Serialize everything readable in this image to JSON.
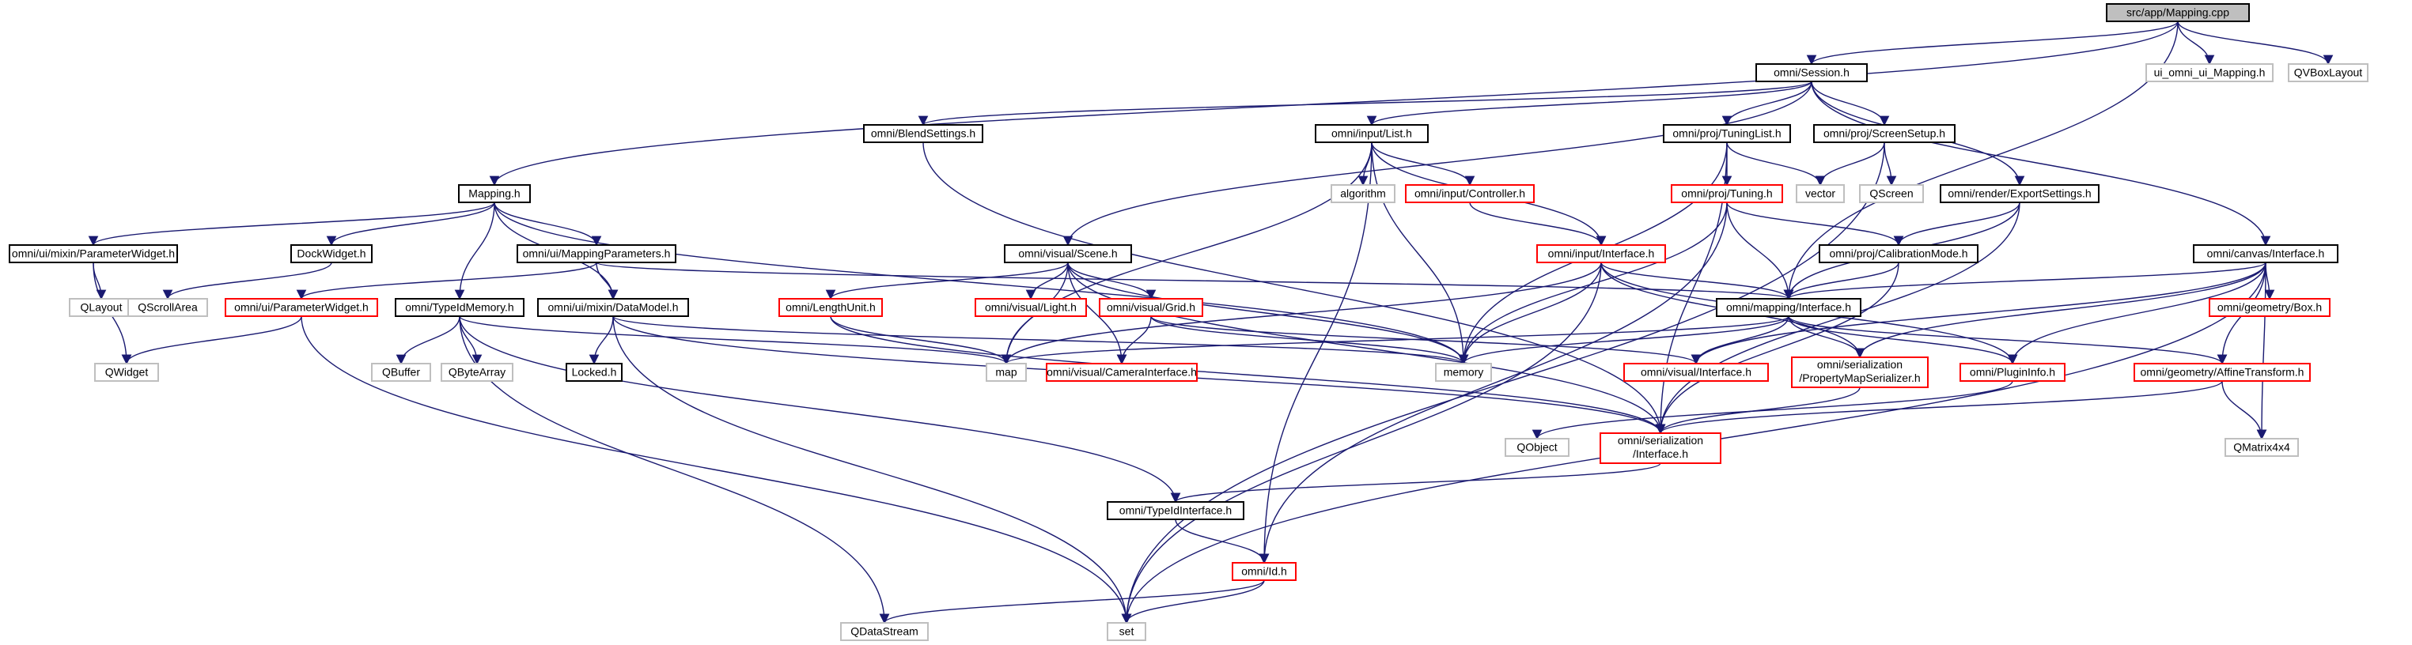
{
  "nodes": [
    {
      "id": "n_mapping_cpp",
      "label": "src/app/Mapping.cpp",
      "style": "root",
      "interactable": false
    },
    {
      "id": "n_session",
      "label": "omni/Session.h",
      "style": "black",
      "interactable": true
    },
    {
      "id": "n_ui_mapping",
      "label": "ui_omni_ui_Mapping.h",
      "style": "gray",
      "interactable": false
    },
    {
      "id": "n_qvbox",
      "label": "QVBoxLayout",
      "style": "gray",
      "interactable": false
    },
    {
      "id": "n_blend",
      "label": "omni/BlendSettings.h",
      "style": "black",
      "interactable": true
    },
    {
      "id": "n_input_list",
      "label": "omni/input/List.h",
      "style": "black",
      "interactable": true
    },
    {
      "id": "n_tuninglist",
      "label": "omni/proj/TuningList.h",
      "style": "black",
      "interactable": true
    },
    {
      "id": "n_screensetup",
      "label": "omni/proj/ScreenSetup.h",
      "style": "black",
      "interactable": true
    },
    {
      "id": "n_mapping_h",
      "label": "Mapping.h",
      "style": "black",
      "interactable": true
    },
    {
      "id": "n_algorithm",
      "label": "algorithm",
      "style": "gray",
      "interactable": false
    },
    {
      "id": "n_controller",
      "label": "omni/input/Controller.h",
      "style": "red",
      "interactable": true
    },
    {
      "id": "n_tuning",
      "label": "omni/proj/Tuning.h",
      "style": "red",
      "interactable": true
    },
    {
      "id": "n_vector",
      "label": "vector",
      "style": "gray",
      "interactable": false
    },
    {
      "id": "n_qscreen",
      "label": "QScreen",
      "style": "gray",
      "interactable": false
    },
    {
      "id": "n_export",
      "label": "omni/render/ExportSettings.h",
      "style": "black",
      "interactable": true
    },
    {
      "id": "n_paramwidget_mixin",
      "label": "omni/ui/mixin/ParameterWidget.h",
      "style": "black",
      "interactable": true
    },
    {
      "id": "n_dockwidget",
      "label": "DockWidget.h",
      "style": "black",
      "interactable": true
    },
    {
      "id": "n_mappingparams",
      "label": "omni/ui/MappingParameters.h",
      "style": "black",
      "interactable": true
    },
    {
      "id": "n_scene",
      "label": "omni/visual/Scene.h",
      "style": "black",
      "interactable": true
    },
    {
      "id": "n_input_iface",
      "label": "omni/input/Interface.h",
      "style": "red",
      "interactable": true
    },
    {
      "id": "n_calib",
      "label": "omni/proj/CalibrationMode.h",
      "style": "black",
      "interactable": true
    },
    {
      "id": "n_canvas_iface",
      "label": "omni/canvas/Interface.h",
      "style": "black",
      "interactable": true
    },
    {
      "id": "n_qlayout",
      "label": "QLayout",
      "style": "gray",
      "interactable": false
    },
    {
      "id": "n_qscrollarea",
      "label": "QScrollArea",
      "style": "gray",
      "interactable": false
    },
    {
      "id": "n_ui_paramwidget",
      "label": "omni/ui/ParameterWidget.h",
      "style": "red",
      "interactable": true
    },
    {
      "id": "n_typedmemory",
      "label": "omni/TypeIdMemory.h",
      "style": "black",
      "interactable": true
    },
    {
      "id": "n_datamodel",
      "label": "omni/ui/mixin/DataModel.h",
      "style": "black",
      "interactable": true
    },
    {
      "id": "n_lengthunit",
      "label": "omni/LengthUnit.h",
      "style": "red",
      "interactable": true
    },
    {
      "id": "n_light",
      "label": "omni/visual/Light.h",
      "style": "red",
      "interactable": true
    },
    {
      "id": "n_grid",
      "label": "omni/visual/Grid.h",
      "style": "red",
      "interactable": true
    },
    {
      "id": "n_mapping_iface",
      "label": "omni/mapping/Interface.h",
      "style": "black",
      "interactable": true
    },
    {
      "id": "n_box",
      "label": "omni/geometry/Box.h",
      "style": "red",
      "interactable": true
    },
    {
      "id": "n_qwidget",
      "label": "QWidget",
      "style": "gray",
      "interactable": false
    },
    {
      "id": "n_qbuffer",
      "label": "QBuffer",
      "style": "gray",
      "interactable": false
    },
    {
      "id": "n_qbytearray",
      "label": "QByteArray",
      "style": "gray",
      "interactable": false
    },
    {
      "id": "n_locked",
      "label": "Locked.h",
      "style": "black",
      "interactable": true
    },
    {
      "id": "n_map",
      "label": "map",
      "style": "gray",
      "interactable": false
    },
    {
      "id": "n_camera",
      "label": "omni/visual/CameraInterface.h",
      "style": "red",
      "interactable": true
    },
    {
      "id": "n_memory",
      "label": "memory",
      "style": "gray",
      "interactable": false
    },
    {
      "id": "n_visual_iface",
      "label": "omni/visual/Interface.h",
      "style": "red",
      "interactable": true
    },
    {
      "id": "n_propmap",
      "label": "omni/serialization\n/PropertyMapSerializer.h",
      "style": "red",
      "interactable": true
    },
    {
      "id": "n_plugininfo",
      "label": "omni/PluginInfo.h",
      "style": "red",
      "interactable": true
    },
    {
      "id": "n_affine",
      "label": "omni/geometry/AffineTransform.h",
      "style": "red",
      "interactable": true
    },
    {
      "id": "n_qobject",
      "label": "QObject",
      "style": "gray",
      "interactable": false
    },
    {
      "id": "n_serial_iface",
      "label": "omni/serialization\n/Interface.h",
      "style": "red",
      "interactable": true
    },
    {
      "id": "n_qmatrix",
      "label": "QMatrix4x4",
      "style": "gray",
      "interactable": false
    },
    {
      "id": "n_typeidiface",
      "label": "omni/TypeIdInterface.h",
      "style": "black",
      "interactable": true
    },
    {
      "id": "n_id",
      "label": "omni/Id.h",
      "style": "red",
      "interactable": true
    },
    {
      "id": "n_qdatastream",
      "label": "QDataStream",
      "style": "gray",
      "interactable": false
    },
    {
      "id": "n_set",
      "label": "set",
      "style": "gray",
      "interactable": false
    }
  ],
  "edges": [
    [
      "n_mapping_cpp",
      "n_session"
    ],
    [
      "n_mapping_cpp",
      "n_ui_mapping"
    ],
    [
      "n_mapping_cpp",
      "n_qvbox"
    ],
    [
      "n_mapping_cpp",
      "n_mapping_h"
    ],
    [
      "n_mapping_cpp",
      "n_mapping_iface"
    ],
    [
      "n_session",
      "n_blend"
    ],
    [
      "n_session",
      "n_input_list"
    ],
    [
      "n_session",
      "n_tuninglist"
    ],
    [
      "n_session",
      "n_screensetup"
    ],
    [
      "n_session",
      "n_export"
    ],
    [
      "n_session",
      "n_scene"
    ],
    [
      "n_session",
      "n_canvas_iface"
    ],
    [
      "n_blend",
      "n_serial_iface"
    ],
    [
      "n_input_list",
      "n_algorithm"
    ],
    [
      "n_input_list",
      "n_controller"
    ],
    [
      "n_input_list",
      "n_input_iface"
    ],
    [
      "n_input_list",
      "n_map"
    ],
    [
      "n_input_list",
      "n_memory"
    ],
    [
      "n_input_list",
      "n_id"
    ],
    [
      "n_tuninglist",
      "n_tuning"
    ],
    [
      "n_tuninglist",
      "n_vector"
    ],
    [
      "n_tuninglist",
      "n_memory"
    ],
    [
      "n_tuninglist",
      "n_serial_iface"
    ],
    [
      "n_screensetup",
      "n_vector"
    ],
    [
      "n_screensetup",
      "n_qscreen"
    ],
    [
      "n_screensetup",
      "n_set"
    ],
    [
      "n_controller",
      "n_input_iface"
    ],
    [
      "n_tuning",
      "n_calib"
    ],
    [
      "n_tuning",
      "n_mapping_iface"
    ],
    [
      "n_tuning",
      "n_memory"
    ],
    [
      "n_tuning",
      "n_id"
    ],
    [
      "n_export",
      "n_calib"
    ],
    [
      "n_export",
      "n_mapping_iface"
    ],
    [
      "n_export",
      "n_serial_iface"
    ],
    [
      "n_calib",
      "n_mapping_iface"
    ],
    [
      "n_calib",
      "n_serial_iface"
    ],
    [
      "n_mapping_h",
      "n_paramwidget_mixin"
    ],
    [
      "n_mapping_h",
      "n_dockwidget"
    ],
    [
      "n_mapping_h",
      "n_mappingparams"
    ],
    [
      "n_mapping_h",
      "n_typedmemory"
    ],
    [
      "n_mapping_h",
      "n_datamodel"
    ],
    [
      "n_mapping_h",
      "n_memory"
    ],
    [
      "n_paramwidget_mixin",
      "n_qlayout"
    ],
    [
      "n_paramwidget_mixin",
      "n_qwidget"
    ],
    [
      "n_dockwidget",
      "n_qscrollarea"
    ],
    [
      "n_mappingparams",
      "n_ui_paramwidget"
    ],
    [
      "n_mappingparams",
      "n_datamodel"
    ],
    [
      "n_mappingparams",
      "n_mapping_iface"
    ],
    [
      "n_ui_paramwidget",
      "n_qwidget"
    ],
    [
      "n_ui_paramwidget",
      "n_set"
    ],
    [
      "n_typedmemory",
      "n_qbuffer"
    ],
    [
      "n_typedmemory",
      "n_qbytearray"
    ],
    [
      "n_typedmemory",
      "n_map"
    ],
    [
      "n_typedmemory",
      "n_typeidiface"
    ],
    [
      "n_typedmemory",
      "n_qdatastream"
    ],
    [
      "n_datamodel",
      "n_locked"
    ],
    [
      "n_datamodel",
      "n_memory"
    ],
    [
      "n_datamodel",
      "n_serial_iface"
    ],
    [
      "n_datamodel",
      "n_set"
    ],
    [
      "n_scene",
      "n_lengthunit"
    ],
    [
      "n_scene",
      "n_light"
    ],
    [
      "n_scene",
      "n_grid"
    ],
    [
      "n_scene",
      "n_camera"
    ],
    [
      "n_scene",
      "n_map"
    ],
    [
      "n_scene",
      "n_memory"
    ],
    [
      "n_scene",
      "n_serial_iface"
    ],
    [
      "n_lengthunit",
      "n_map"
    ],
    [
      "n_lengthunit",
      "n_serial_iface"
    ],
    [
      "n_grid",
      "n_camera"
    ],
    [
      "n_grid",
      "n_memory"
    ],
    [
      "n_grid",
      "n_visual_iface"
    ],
    [
      "n_input_iface",
      "n_mapping_iface"
    ],
    [
      "n_input_iface",
      "n_map"
    ],
    [
      "n_input_iface",
      "n_memory"
    ],
    [
      "n_input_iface",
      "n_propmap"
    ],
    [
      "n_input_iface",
      "n_plugininfo"
    ],
    [
      "n_input_iface",
      "n_set"
    ],
    [
      "n_canvas_iface",
      "n_box"
    ],
    [
      "n_canvas_iface",
      "n_mapping_iface"
    ],
    [
      "n_canvas_iface",
      "n_affine"
    ],
    [
      "n_canvas_iface",
      "n_visual_iface"
    ],
    [
      "n_canvas_iface",
      "n_propmap"
    ],
    [
      "n_canvas_iface",
      "n_plugininfo"
    ],
    [
      "n_canvas_iface",
      "n_qmatrix"
    ],
    [
      "n_canvas_iface",
      "n_set"
    ],
    [
      "n_mapping_iface",
      "n_map"
    ],
    [
      "n_mapping_iface",
      "n_memory"
    ],
    [
      "n_mapping_iface",
      "n_visual_iface"
    ],
    [
      "n_mapping_iface",
      "n_propmap"
    ],
    [
      "n_mapping_iface",
      "n_plugininfo"
    ],
    [
      "n_mapping_iface",
      "n_affine"
    ],
    [
      "n_affine",
      "n_qmatrix"
    ],
    [
      "n_affine",
      "n_serial_iface"
    ],
    [
      "n_propmap",
      "n_serial_iface"
    ],
    [
      "n_plugininfo",
      "n_qobject"
    ],
    [
      "n_serial_iface",
      "n_typeidiface"
    ],
    [
      "n_typeidiface",
      "n_id"
    ],
    [
      "n_id",
      "n_qdatastream"
    ],
    [
      "n_id",
      "n_set"
    ]
  ],
  "colors": {
    "edge": "#191970",
    "black": "#000000",
    "red": "#ff0000",
    "gray": "#bfbfbf",
    "root_fill": "#bfbfbf"
  }
}
